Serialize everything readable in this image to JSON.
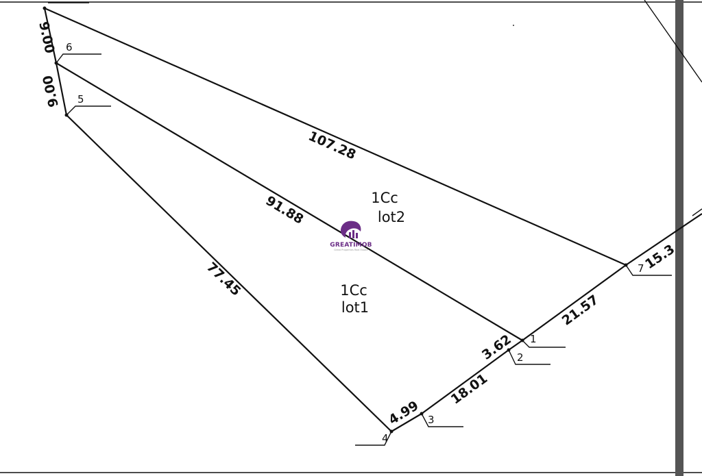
{
  "edges": {
    "e_top_upper": "9.00",
    "e_6_5": "9.00",
    "e_top_right": "107.28",
    "e_6_1": "91.88",
    "e_5_4": "77.45",
    "e_1_2": "3.62",
    "e_1_7": "21.57",
    "e_7_right": "15.3",
    "e_2_3": "18.01",
    "e_3_4": "4.99"
  },
  "points": {
    "p1": "1",
    "p2": "2",
    "p3": "3",
    "p4": "4",
    "p5": "5",
    "p6": "6",
    "p7": "7"
  },
  "lots": {
    "lot2_code": "1Cc",
    "lot2_name": "lot2",
    "lot1_code": "1Cc",
    "lot1_name": "lot1"
  },
  "watermark": {
    "name": "GREATIMOB",
    "tagline": "Great Properties Real Estate",
    "color": "#6b2d86"
  }
}
